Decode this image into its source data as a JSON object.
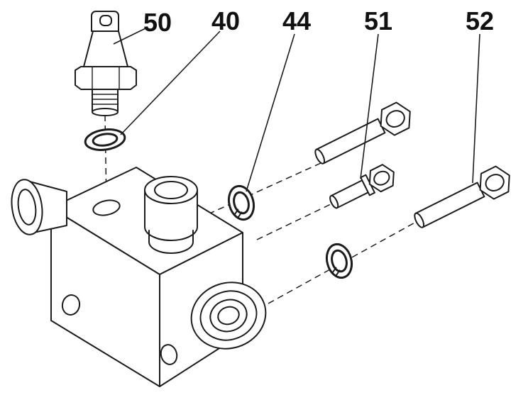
{
  "figure": {
    "kind": "exploded-parts-diagram",
    "background_color": "#ffffff",
    "line_color": "#1c1c1c",
    "callouts": [
      {
        "text": "50"
      },
      {
        "text": "40"
      },
      {
        "text": "44"
      },
      {
        "text": "51"
      },
      {
        "text": "52"
      }
    ]
  }
}
